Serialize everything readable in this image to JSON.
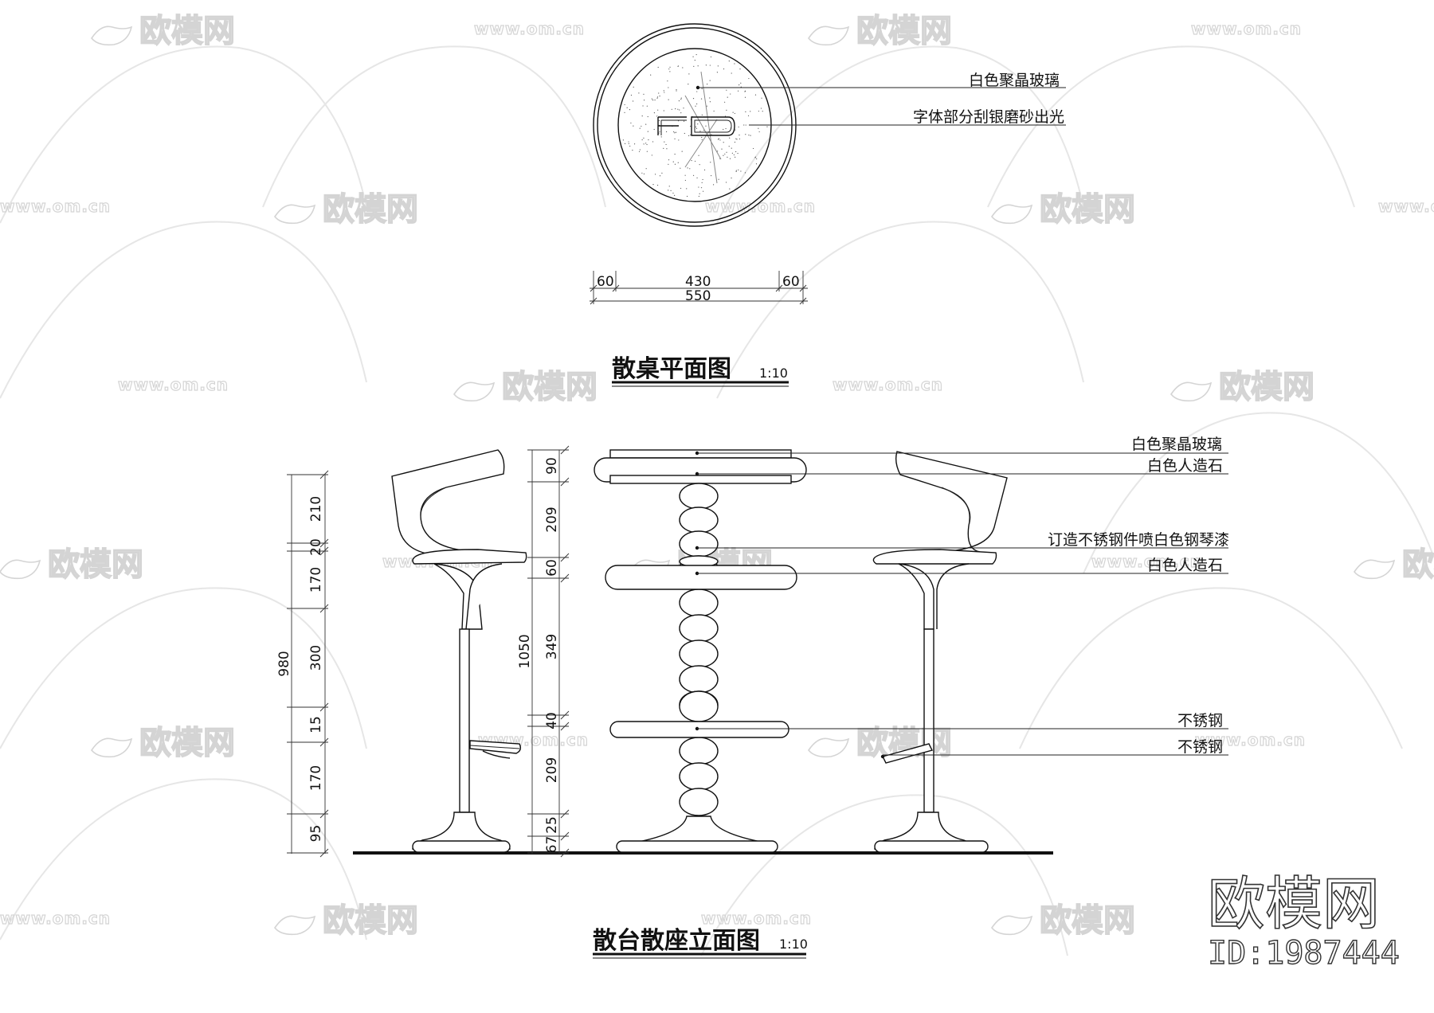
{
  "watermark": {
    "logo_text": "欧模网",
    "url_text": "www.om.cn"
  },
  "plan_view": {
    "title": "散桌平面图",
    "scale": "1:10",
    "labels": [
      "白色聚晶玻璃",
      "字体部分刮银磨砂出光"
    ],
    "logo_text": "FD",
    "dimensions": {
      "left_margin": "60",
      "center": "430",
      "right_margin": "60",
      "overall": "550"
    }
  },
  "elevation_view": {
    "title": "散台散座立面图",
    "scale": "1:10",
    "labels": [
      "白色聚晶玻璃",
      "白色人造石",
      "订造不锈钢件喷白色钢琴漆",
      "白色人造石",
      "不锈钢",
      "不锈钢"
    ],
    "stool_dimensions": [
      "210",
      "20",
      "170",
      "300",
      "15",
      "170",
      "95"
    ],
    "stool_total": "980",
    "table_dimensions": [
      "90",
      "209",
      "60",
      "349",
      "40",
      "209",
      "25",
      "67"
    ],
    "table_total": "1050"
  },
  "corner_mark": {
    "brand": "欧模网",
    "id": "ID:1987444"
  }
}
